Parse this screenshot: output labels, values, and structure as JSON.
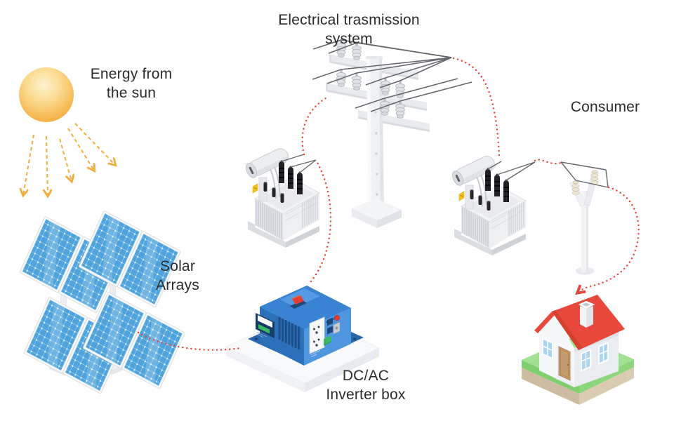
{
  "labels": {
    "energy_from_sun": {
      "line1": "Energy from",
      "line2": "the sun"
    },
    "transmission_system": {
      "line1": "Electrical trasmission",
      "line2": "system"
    },
    "solar_arrays": {
      "line1": "Solar",
      "line2": "Arrays"
    },
    "inverter_box": {
      "line1": "DC/AC",
      "line2": "Inverter box"
    },
    "consumer": {
      "line1": "Consumer"
    }
  },
  "diagram": {
    "type": "process-flow",
    "nodes": [
      {
        "id": "sun",
        "label": "Energy from the sun"
      },
      {
        "id": "solar-arrays",
        "label": "Solar Arrays",
        "panel_count": 8
      },
      {
        "id": "inverter",
        "label": "DC/AC Inverter box"
      },
      {
        "id": "step-up-transformer",
        "label": "transformer"
      },
      {
        "id": "transmission-pole",
        "label": "Electrical trasmission system"
      },
      {
        "id": "step-down-transformer",
        "label": "transformer"
      },
      {
        "id": "utility-pole",
        "label": "utility pole"
      },
      {
        "id": "house",
        "label": "Consumer"
      }
    ],
    "connections": [
      {
        "from": "sun",
        "to": "solar-arrays",
        "style": "dashed-orange-rays"
      },
      {
        "from": "solar-arrays",
        "to": "inverter",
        "style": "red-dotted"
      },
      {
        "from": "inverter",
        "to": "step-up-transformer",
        "style": "red-dotted"
      },
      {
        "from": "step-up-transformer",
        "to": "transmission-pole",
        "style": "red-dotted"
      },
      {
        "from": "transmission-pole",
        "to": "step-down-transformer",
        "style": "red-dotted"
      },
      {
        "from": "step-down-transformer",
        "to": "utility-pole",
        "style": "red-dotted"
      },
      {
        "from": "utility-pole",
        "to": "house",
        "style": "red-dotted-arrow"
      }
    ]
  },
  "colors": {
    "background": "#FFFFFF",
    "label_text": "#2B2B2B",
    "dotted_line_red": "#E0473C",
    "sun_ray_orange": "#F3AC3C",
    "panel_blue": "#4FA3DC",
    "inverter_blue": "#3A83D3",
    "roof_red": "#E8493C",
    "grass_green": "#A2E093",
    "door_brown": "#C59B6D"
  }
}
